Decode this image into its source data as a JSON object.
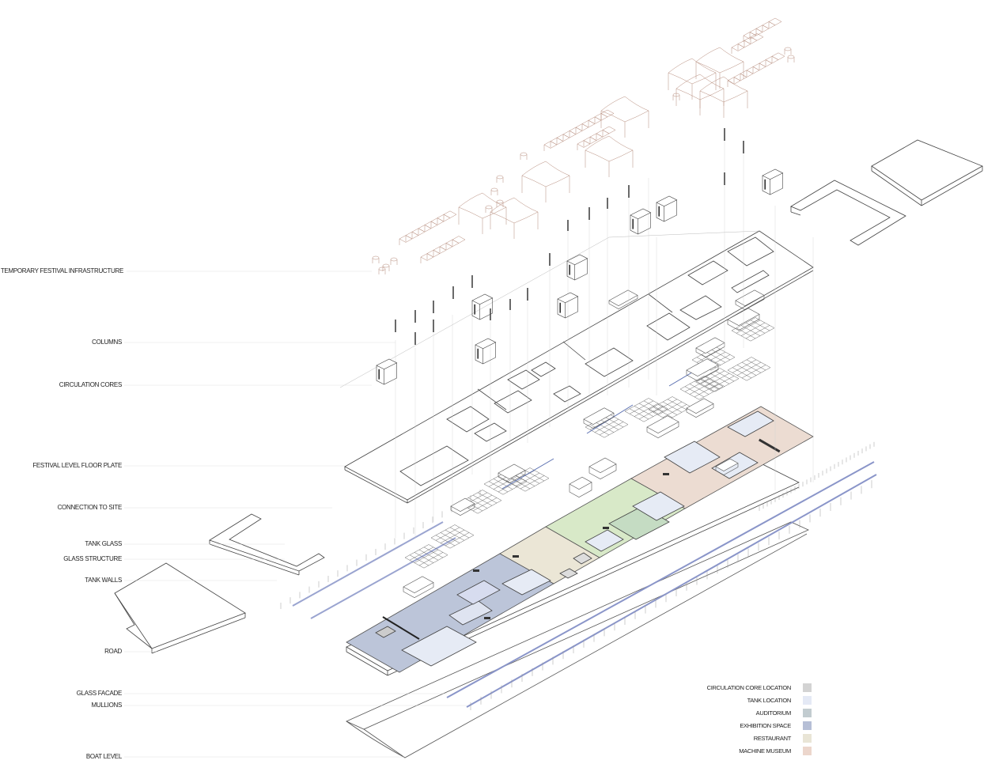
{
  "labels": {
    "temporary_festival_infrastructure": "TEMPORARY FESTIVAL INFRASTRUCTURE",
    "columns": "COLUMNS",
    "circulation_cores": "CIRCULATION CORES",
    "festival_level_floor_plate": "FESTIVAL LEVEL FLOOR PLATE",
    "connection_to_site": "CONNECTION TO SITE",
    "tank_glass": "TANK GLASS",
    "glass_structure": "GLASS STRUCTURE",
    "tank_walls": "TANK WALLS",
    "road": "ROAD",
    "glass_facade": "GLASS FACADE",
    "mullions": "MULLIONS",
    "boat_level": "BOAT LEVEL"
  },
  "legend": [
    {
      "label": "CIRCULATION CORE LOCATION",
      "color": "#d3d3d3"
    },
    {
      "label": "TANK LOCATION",
      "color": "#e4e9f5"
    },
    {
      "label": "AUDITORIUM",
      "color": "#c2ccd0"
    },
    {
      "label": "EXHIBITION SPACE",
      "color": "#b6bfd6"
    },
    {
      "label": "RESTAURANT",
      "color": "#e9e5d6"
    },
    {
      "label": "MACHINE MUSEUM",
      "color": "#ecd6cc"
    }
  ],
  "zone_colors": {
    "exhibition": "#bcc5d9",
    "restaurant": "#ebe6d6",
    "auditorium": "#d8e9c8",
    "machine_museum": "#ecdcd2",
    "tank": "#e6ebf5",
    "frame": "#555555"
  }
}
